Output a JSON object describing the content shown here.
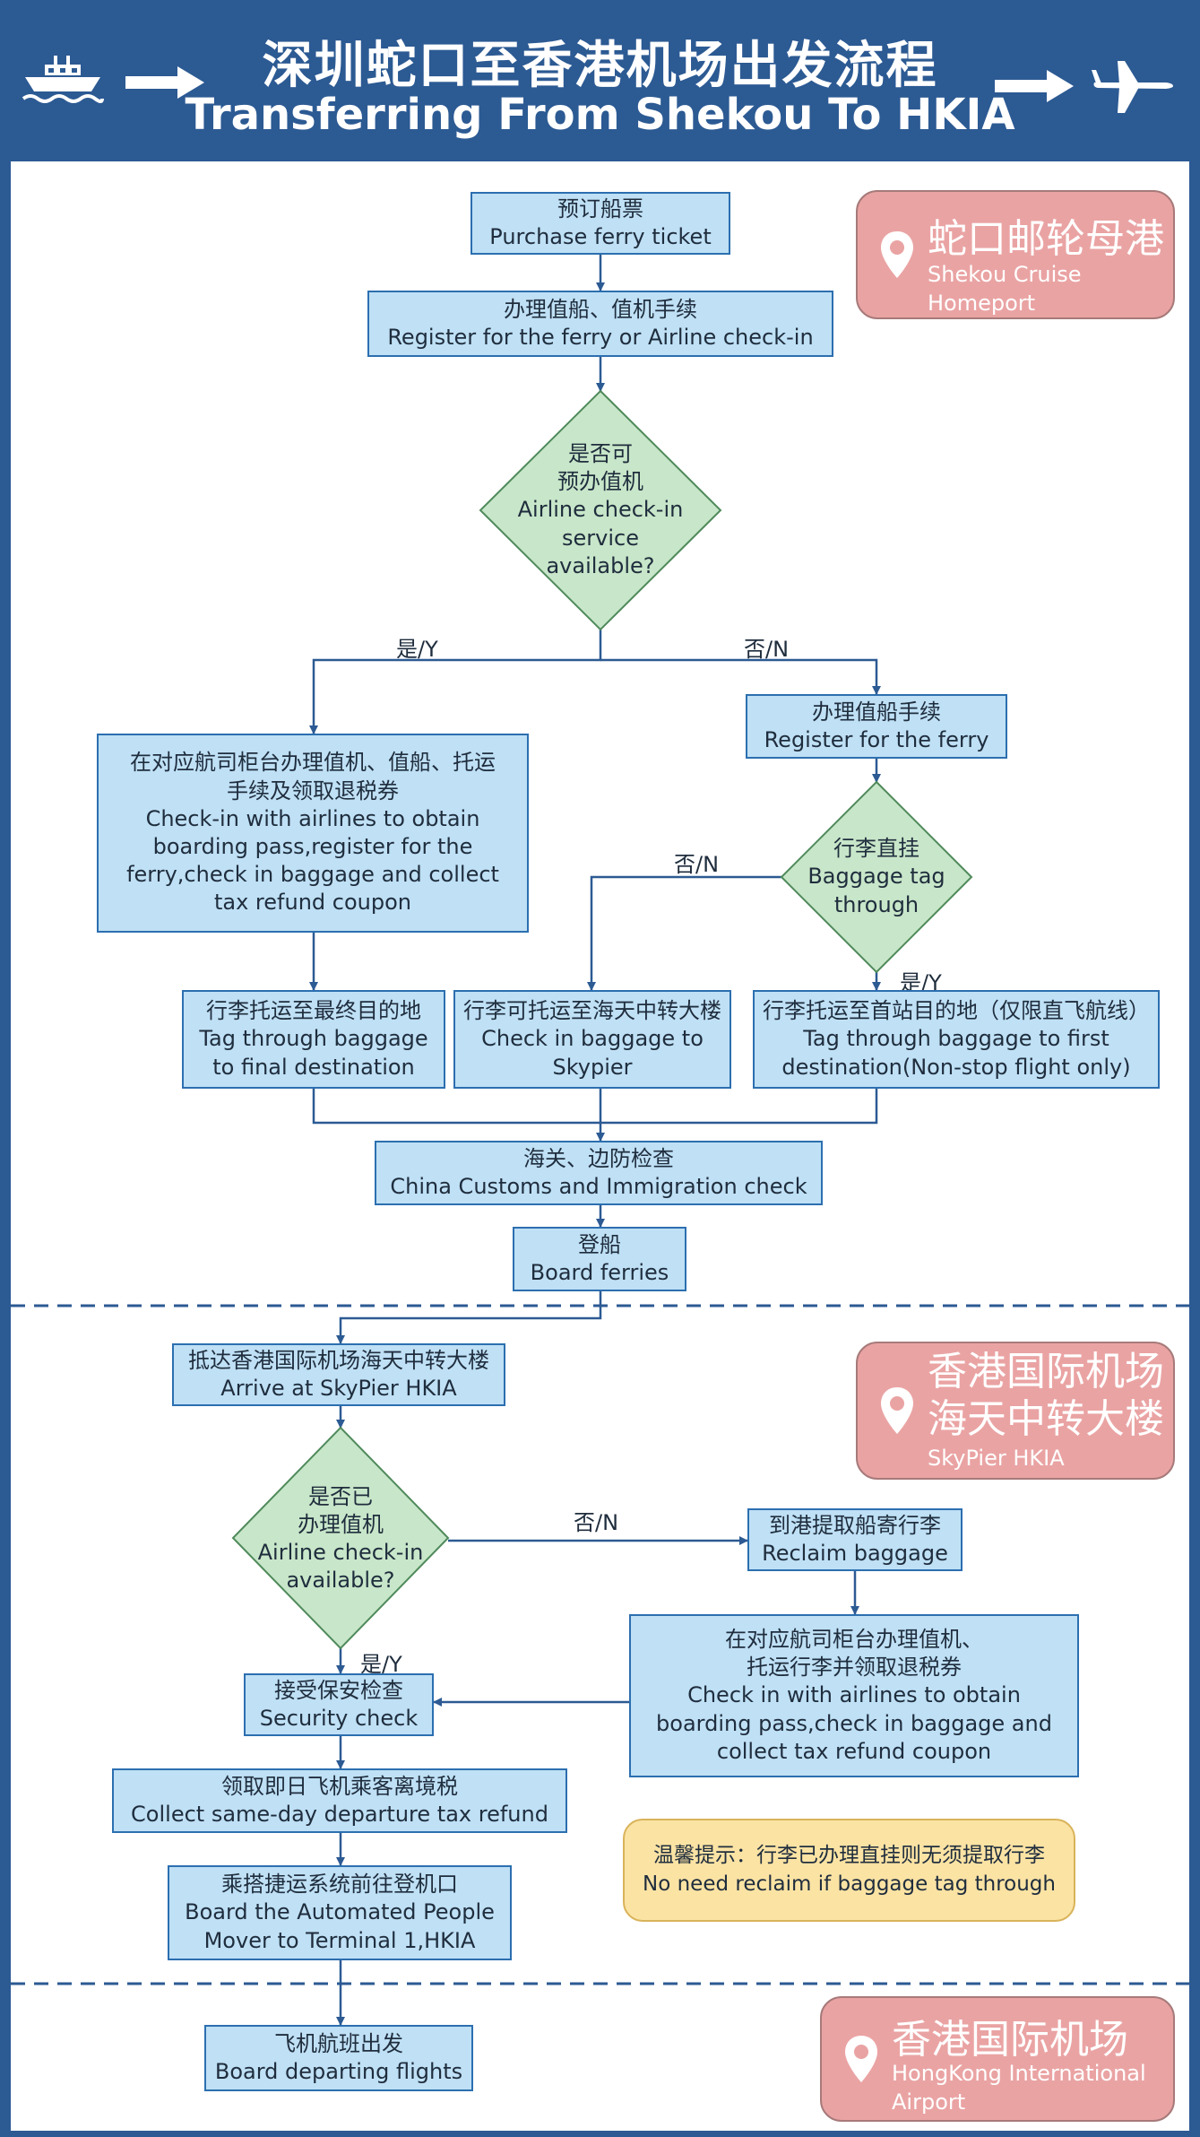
{
  "header": {
    "title_zh": "深圳蛇口至香港机场出发流程",
    "title_en": "Transferring From Shekou To HKIA"
  },
  "locations": {
    "shekou": {
      "zh": "蛇口邮轮母港",
      "en1": "Shekou Cruise",
      "en2": "Homeport"
    },
    "skypier": {
      "zh1": "香港国际机场",
      "zh2": "海天中转大楼",
      "en": "SkyPier HKIA"
    },
    "airport": {
      "zh": "香港国际机场",
      "en1": "HongKong International",
      "en2": "Airport"
    }
  },
  "steps": {
    "purchase": {
      "zh": "预订船票",
      "en": "Purchase ferry ticket"
    },
    "register_checkin": {
      "zh": "办理值船、值机手续",
      "en": "Register for the ferry or Airline check-in"
    },
    "airline_counter": {
      "zh1": "在对应航司柜台办理值机、值船、托运",
      "zh2": "手续及领取退税券",
      "en1": "Check-in with airlines to obtain",
      "en2": "boarding pass,register for the",
      "en3": "ferry,check in baggage and collect",
      "en4": "tax refund coupon"
    },
    "register_ferry": {
      "zh": "办理值船手续",
      "en": "Register for the ferry"
    },
    "tag_final": {
      "zh": "行李托运至最终目的地",
      "en1": "Tag through baggage",
      "en2": "to final destination"
    },
    "checkin_skypier": {
      "zh": "行李可托运至海天中转大楼",
      "en1": "Check in baggage to",
      "en2": "Skypier"
    },
    "tag_first": {
      "zh": "行李托运至首站目的地（仅限直飞航线）",
      "en1": "Tag through baggage to first",
      "en2": "destination(Non-stop flight only)"
    },
    "customs": {
      "zh": "海关、边防检查",
      "en": "China Customs and Immigration check"
    },
    "board_ferry": {
      "zh": "登船",
      "en": "Board ferries"
    },
    "arrive_skypier": {
      "zh": "抵达香港国际机场海天中转大楼",
      "en": "Arrive at SkyPier HKIA"
    },
    "reclaim": {
      "zh": "到港提取船寄行李",
      "en": "Reclaim baggage"
    },
    "checkin_airline2": {
      "zh1": "在对应航司柜台办理值机、",
      "zh2": "托运行李并领取退税券",
      "en1": "Check in with airlines to obtain",
      "en2": "boarding pass,check in baggage and",
      "en3": "collect tax refund coupon"
    },
    "security": {
      "zh": "接受保安检查",
      "en": "Security check"
    },
    "tax_refund": {
      "zh": "领取即日飞机乘客离境税",
      "en": "Collect same-day departure tax refund"
    },
    "apm": {
      "zh": "乘搭捷运系统前往登机口",
      "en1": "Board the Automated People",
      "en2": "Mover to Terminal 1,HKIA"
    },
    "board_flight": {
      "zh": "飞机航班出发",
      "en": "Board departing flights"
    }
  },
  "decisions": {
    "checkin_service": {
      "zh1": "是否可",
      "zh2": "预办值机",
      "en1": "Airline check-in",
      "en2": "service",
      "en3": "available?"
    },
    "baggage_tag": {
      "zh": "行李直挂",
      "en1": "Baggage tag",
      "en2": "through"
    },
    "checkin_done": {
      "zh1": "是否已",
      "zh2": "办理值机",
      "en1": "Airline check-in",
      "en2": "available?"
    }
  },
  "branch_labels": {
    "yes": "是/Y",
    "no": "否/N"
  },
  "note": {
    "zh": "温馨提示：行李已办理直挂则无须提取行李",
    "en": "No need reclaim if baggage tag through"
  },
  "icons": [
    "ship-icon",
    "arrow-right-icon",
    "airplane-icon",
    "location-pin-icon"
  ],
  "colors": {
    "header": "#2c5a93",
    "box": "#bfe0f5",
    "box_border": "#2c6fb0",
    "diamond": "#c8e6c9",
    "location": "#eaa3a3",
    "note": "#fbe3a4"
  }
}
